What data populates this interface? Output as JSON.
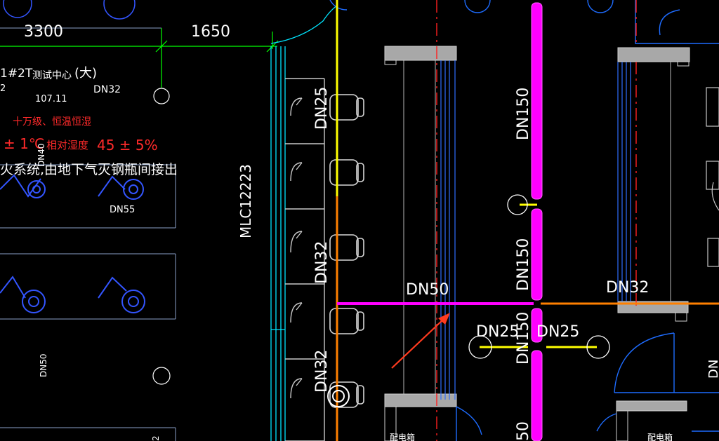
{
  "colors": {
    "background": "#000000",
    "yellow_pipe": "#ffff00",
    "orange_pipe": "#ff8000",
    "magenta_pipe": "#ff00ff",
    "cyan_line": "#00ffff",
    "blue_line": "#3355ff",
    "grey_block": "#b0b0b0",
    "red_text": "#ff2a2a",
    "green_dim": "#00ff00",
    "annotation_arrow": "#ff3b1f"
  },
  "dimensions": {
    "left": "3300",
    "right": "1650"
  },
  "room_info": {
    "code": "1#2T",
    "name": "测试中心",
    "size_tag": "(大)",
    "area": "107.11",
    "pipe_note": "DN32",
    "cleanliness": "十万级、恒温恒湿",
    "temp_tolerance": "± 1℃",
    "humidity_label": "相对湿度",
    "humidity_value": "45 ± 5%",
    "fire_note": "火系统,由地下气灭钢瓶间接出",
    "left_fragment": "2"
  },
  "equipment_labels": {
    "dn40": "DN40",
    "dn55": "DN55",
    "dn50_left": "DN50",
    "bottom_fragment": "2"
  },
  "wall_label": "MLC12223",
  "pipe_labels": {
    "dn25_upper": "DN25",
    "dn32_middle": "DN32",
    "dn32_lower": "DN32",
    "dn150_top": "DN150",
    "dn150_middle": "DN150",
    "dn150_low": "DN150",
    "dn150_bottom_fragment": "50",
    "dn50_horizontal": "DN50",
    "dn32_right": "DN32",
    "dn25_left_branch": "DN25",
    "dn25_right_branch": "DN25",
    "right_edge_fragment": "DN"
  },
  "room_fragments": {
    "left": "配电箱",
    "right": "配电箱"
  },
  "icons": [
    "chair-icon",
    "door-swing-icon",
    "valve-icon",
    "hydrant-icon",
    "annotation-arrow-icon"
  ]
}
